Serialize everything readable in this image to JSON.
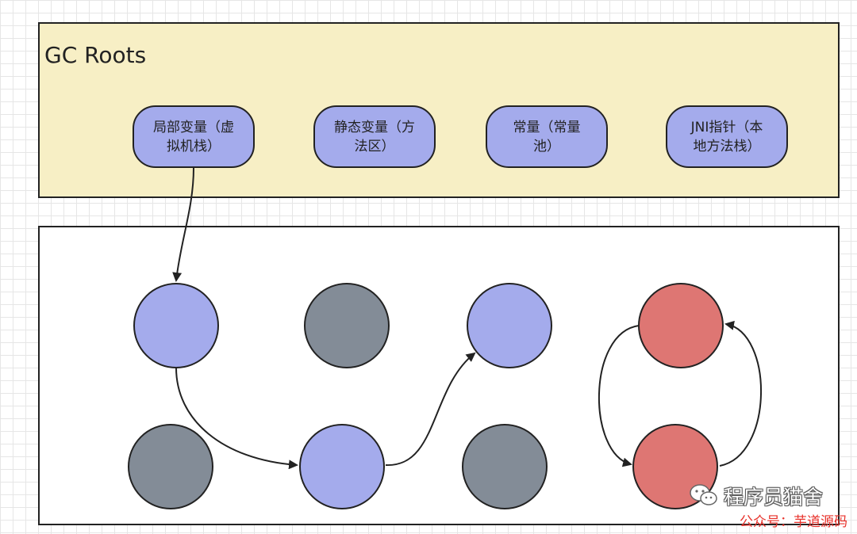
{
  "colors": {
    "roots_fill": "#f7efc5",
    "reachable_fill": "#a4abec",
    "unreachable_fill": "#838c97",
    "cycle_fill": "#de7673",
    "stroke": "#222222"
  },
  "gc_roots": {
    "title": "GC Roots",
    "items": [
      {
        "id": "root-local-var",
        "lines": [
          "局部变量（虚",
          "拟机栈）"
        ]
      },
      {
        "id": "root-static-var",
        "lines": [
          "静态变量（方",
          "法区）"
        ]
      },
      {
        "id": "root-constant",
        "lines": [
          "常量（常量",
          "池）"
        ]
      },
      {
        "id": "root-jni",
        "lines": [
          "JNI指针（本",
          "地方法栈）"
        ]
      }
    ]
  },
  "heap_objects": [
    {
      "id": "obj-1",
      "state": "reachable"
    },
    {
      "id": "obj-2",
      "state": "unreachable"
    },
    {
      "id": "obj-3",
      "state": "reachable"
    },
    {
      "id": "obj-4",
      "state": "cycle"
    },
    {
      "id": "obj-5",
      "state": "unreachable"
    },
    {
      "id": "obj-6",
      "state": "reachable"
    },
    {
      "id": "obj-7",
      "state": "unreachable"
    },
    {
      "id": "obj-8",
      "state": "cycle"
    }
  ],
  "references": [
    {
      "from": "root-local-var",
      "to": "obj-1"
    },
    {
      "from": "obj-1",
      "to": "obj-6"
    },
    {
      "from": "obj-6",
      "to": "obj-3"
    },
    {
      "from": "obj-4",
      "to": "obj-8"
    },
    {
      "from": "obj-8",
      "to": "obj-4"
    }
  ],
  "watermark": {
    "title": "程序员猫舍",
    "subtitle": "公众号：芋道源码"
  }
}
